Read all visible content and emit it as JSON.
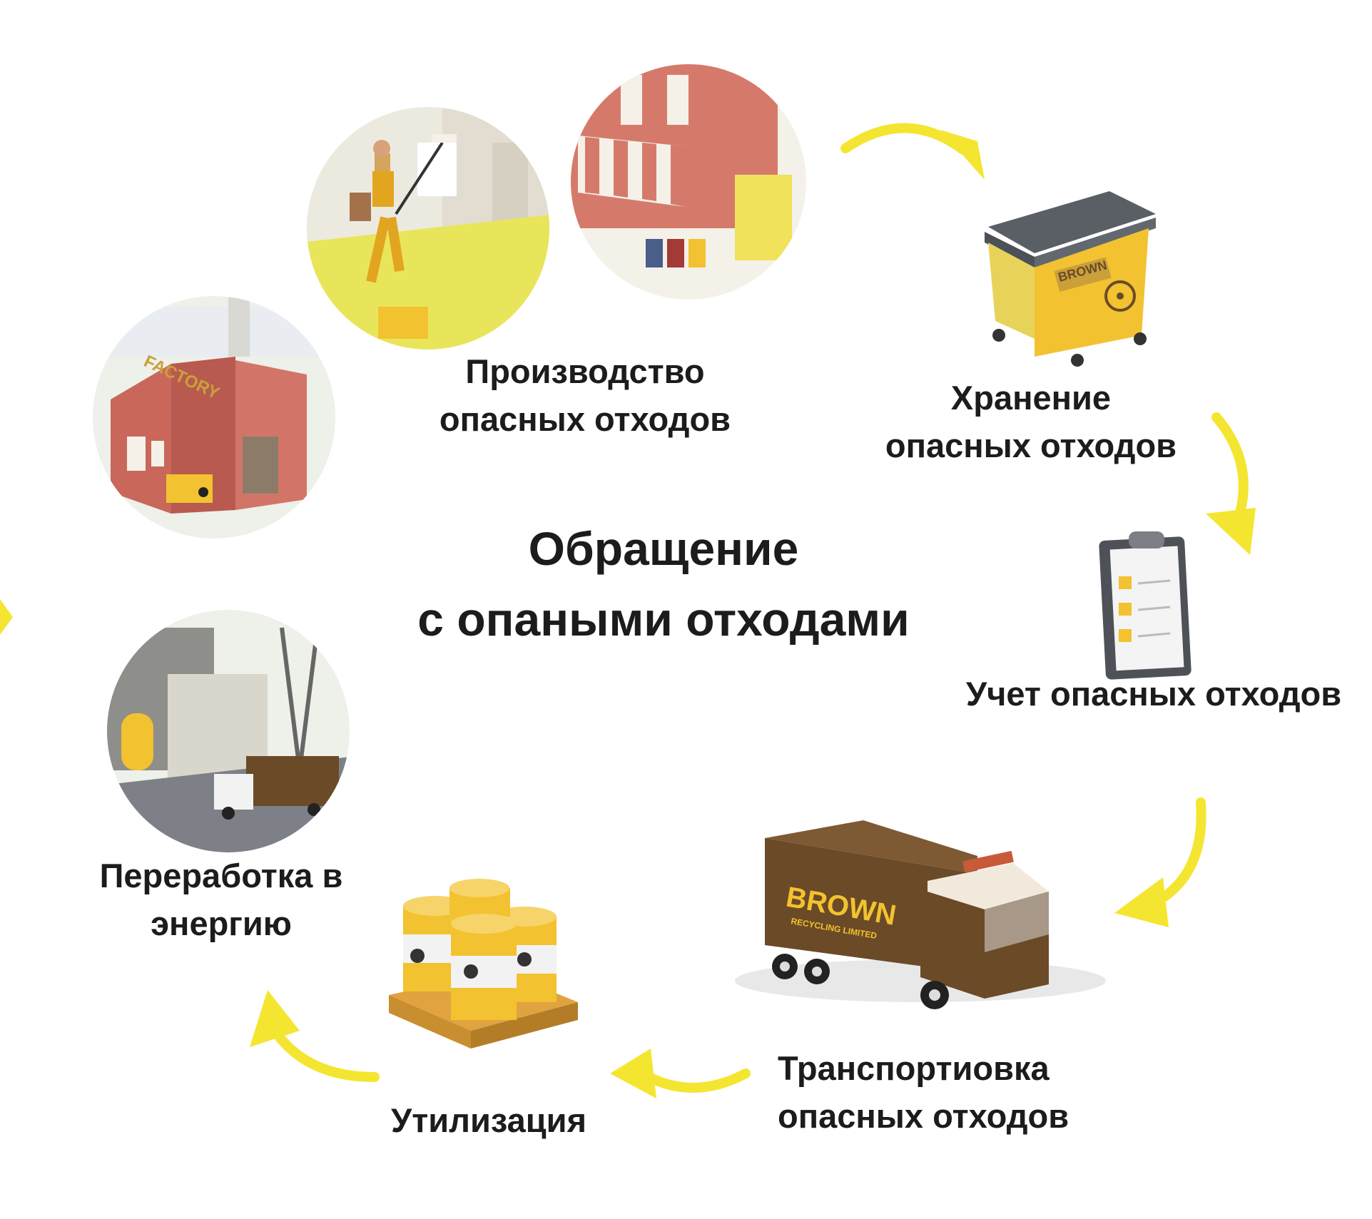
{
  "diagram": {
    "title_line1": "Обращение",
    "title_line2": "с опаными отходами",
    "colors": {
      "arrow": "#f4e531",
      "accent_yellow": "#f2c230",
      "brick": "#c9675a",
      "truck_brown": "#6b4a27"
    },
    "steps": [
      {
        "line1": "Производство",
        "line2": "опасных отходов",
        "icon": "painter-worker-icon"
      },
      {
        "line1": "Хранение",
        "line2": "опасных отходов",
        "icon": "waste-container-icon"
      },
      {
        "line1": "Учет опасных отходов",
        "line2": "",
        "icon": "clipboard-checklist-icon"
      },
      {
        "line1": "Транспортиовка",
        "line2": "опасных отходов",
        "icon": "truck-icon"
      },
      {
        "line1": "Утилизация",
        "line2": "",
        "icon": "radioactive-barrels-icon"
      },
      {
        "line1": "Переработка в",
        "line2": "энергию",
        "icon": "recycling-center-icon"
      }
    ],
    "brand_text": "BROWN",
    "brand_subtext": "RECYCLING LIMITED",
    "factory_sign": "FACTORY"
  }
}
